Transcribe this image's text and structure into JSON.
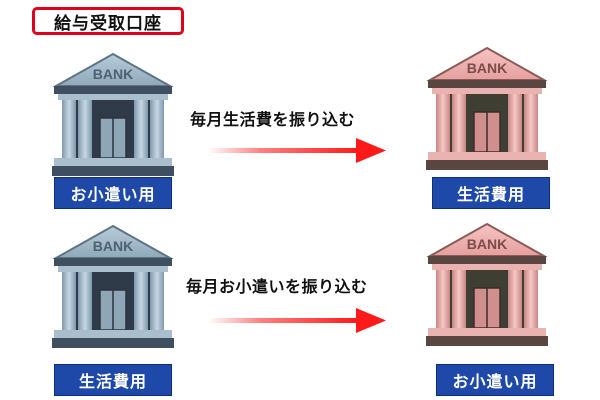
{
  "title": "給与受取口座",
  "rows": [
    {
      "from": {
        "bank_text": "BANK",
        "label": "お小遣い用",
        "style": "gray"
      },
      "to": {
        "bank_text": "BANK",
        "label": "生活費用",
        "style": "pink"
      },
      "caption": "毎月生活費を振り込む"
    },
    {
      "from": {
        "bank_text": "BANK",
        "label": "生活費用",
        "style": "gray"
      },
      "to": {
        "bank_text": "BANK",
        "label": "お小遣い用",
        "style": "pink"
      },
      "caption": "毎月お小遣いを振り込む"
    }
  ],
  "colors": {
    "accent_red": "#e0001b",
    "label_blue": "#1f49a8",
    "arrow_red": "#ff1a1a"
  }
}
